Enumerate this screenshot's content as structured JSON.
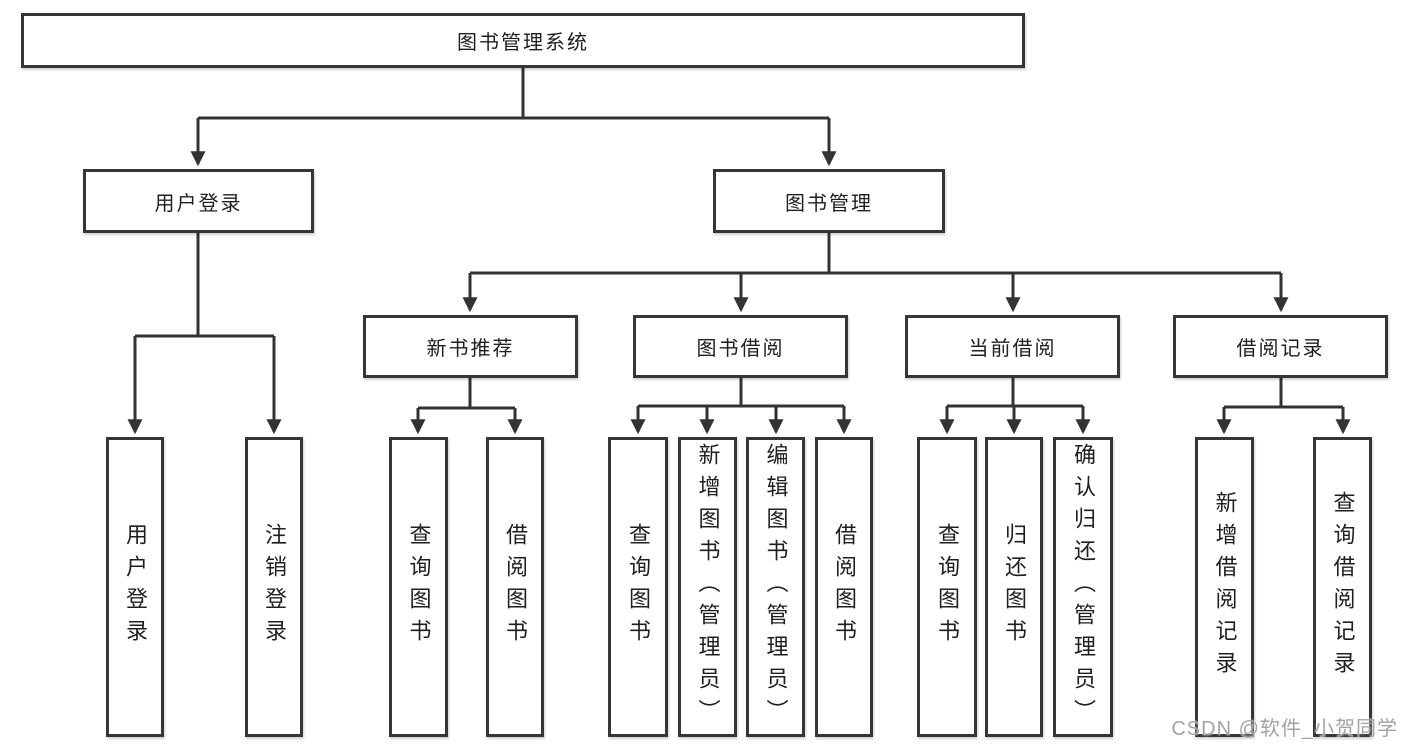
{
  "diagram": {
    "root": "图书管理系统",
    "branches": [
      {
        "label": "用户登录",
        "children": [
          "用户登录",
          "注销登录"
        ]
      },
      {
        "label": "图书管理",
        "sections": [
          {
            "label": "新书推荐",
            "children": [
              "查询图书",
              "借阅图书"
            ]
          },
          {
            "label": "图书借阅",
            "children": [
              "查询图书",
              "新增图书（管理员）",
              "编辑图书（管理员）",
              "借阅图书"
            ]
          },
          {
            "label": "当前借阅",
            "children": [
              "查询图书",
              "归还图书",
              "确认归还（管理员）"
            ]
          },
          {
            "label": "借阅记录",
            "children": [
              "新增借阅记录",
              "查询借阅记录"
            ]
          }
        ]
      }
    ]
  },
  "watermark": "CSDN @软件_小贺同学",
  "colors": {
    "line": "#333333",
    "box_border": "#363636",
    "text": "#1f1f1f",
    "watermark": "#a3a3a3",
    "background": "#ffffff"
  }
}
